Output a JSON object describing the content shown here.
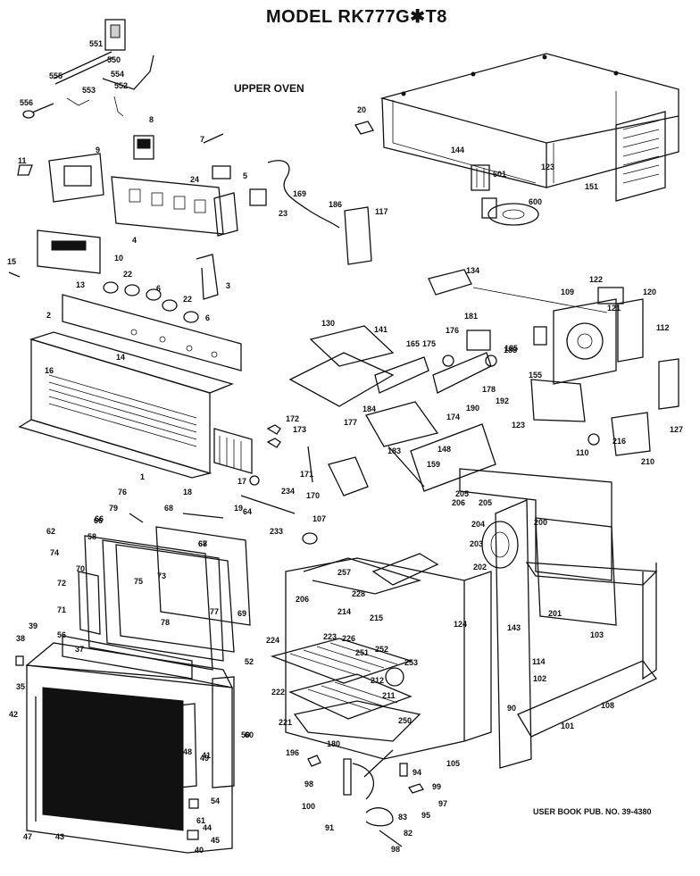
{
  "title": "MODEL RK777G✱T8",
  "section": "UPPER OVEN",
  "publication": "USER BOOK PUB. NO. 39-4380",
  "part_labels": [
    "551",
    "550",
    "554",
    "555",
    "553",
    "552",
    "556",
    "8",
    "9",
    "7",
    "5",
    "11",
    "24",
    "169",
    "186",
    "23",
    "117",
    "4",
    "10",
    "15",
    "13",
    "22",
    "6",
    "3",
    "22",
    "2",
    "6",
    "14",
    "16",
    "1",
    "17",
    "18",
    "19",
    "20",
    "144",
    "601",
    "123",
    "600",
    "151",
    "134",
    "122",
    "120",
    "109",
    "121",
    "112",
    "130",
    "141",
    "165",
    "175",
    "176",
    "181",
    "185",
    "155",
    "188",
    "178",
    "192",
    "190",
    "127",
    "177",
    "173",
    "172",
    "184",
    "174",
    "148",
    "183",
    "123",
    "210",
    "216",
    "110",
    "159",
    "171",
    "170",
    "107",
    "234",
    "76",
    "79",
    "66",
    "62",
    "58",
    "74",
    "70",
    "72",
    "71",
    "56",
    "39",
    "38",
    "35",
    "42",
    "37",
    "43",
    "47",
    "48",
    "40",
    "44",
    "45",
    "61",
    "54",
    "52",
    "49",
    "60",
    "41",
    "233",
    "257",
    "228",
    "214",
    "215",
    "226",
    "223",
    "251",
    "252",
    "253",
    "224",
    "222",
    "221",
    "212",
    "211",
    "180",
    "250",
    "196",
    "98",
    "99",
    "206",
    "204",
    "205",
    "203",
    "202",
    "201",
    "124",
    "143",
    "103",
    "102",
    "114",
    "108",
    "90",
    "101",
    "105",
    "94",
    "97",
    "95",
    "83",
    "82",
    "98",
    "100",
    "91",
    "73",
    "75",
    "78",
    "77",
    "69",
    "48",
    "50",
    "64",
    "68",
    "67",
    "66",
    "68",
    "206",
    "205",
    "200"
  ]
}
